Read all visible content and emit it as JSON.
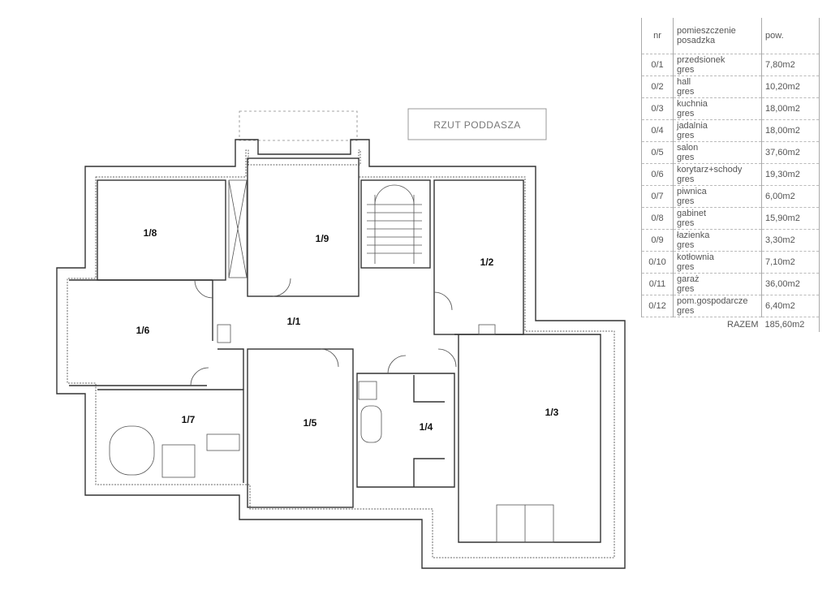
{
  "plan": {
    "title": "RZUT PODDASZA",
    "rooms": [
      "1/1",
      "1/2",
      "1/3",
      "1/4",
      "1/5",
      "1/6",
      "1/7",
      "1/8",
      "1/9"
    ]
  },
  "legend": {
    "headers": {
      "nr": "nr",
      "room": "pomieszczenie",
      "floor": "posadzka",
      "area": "pow."
    },
    "rows": [
      {
        "nr": "0/1",
        "room": "przedsionek",
        "floor": "gres",
        "area": "7,80m2"
      },
      {
        "nr": "0/2",
        "room": "hall",
        "floor": "gres",
        "area": "10,20m2"
      },
      {
        "nr": "0/3",
        "room": "kuchnia",
        "floor": "gres",
        "area": "18,00m2"
      },
      {
        "nr": "0/4",
        "room": "jadalnia",
        "floor": "gres",
        "area": "18,00m2"
      },
      {
        "nr": "0/5",
        "room": "salon",
        "floor": "gres",
        "area": "37,60m2"
      },
      {
        "nr": "0/6",
        "room": "korytarz+schody",
        "floor": "gres",
        "area": "19,30m2"
      },
      {
        "nr": "0/7",
        "room": "piwnica",
        "floor": "gres",
        "area": "6,00m2"
      },
      {
        "nr": "0/8",
        "room": "gabinet",
        "floor": "gres",
        "area": "15,90m2"
      },
      {
        "nr": "0/9",
        "room": "łazienka",
        "floor": "gres",
        "area": "3,30m2"
      },
      {
        "nr": "0/10",
        "room": "kotłownia",
        "floor": "gres",
        "area": "7,10m2"
      },
      {
        "nr": "0/11",
        "room": "garaż",
        "floor": "gres",
        "area": "36,00m2"
      },
      {
        "nr": "0/12",
        "room": "pom.gospodarcze",
        "floor": "gres",
        "area": "6,40m2"
      }
    ],
    "total_label": "RAZEM",
    "total": "185,60m2"
  }
}
